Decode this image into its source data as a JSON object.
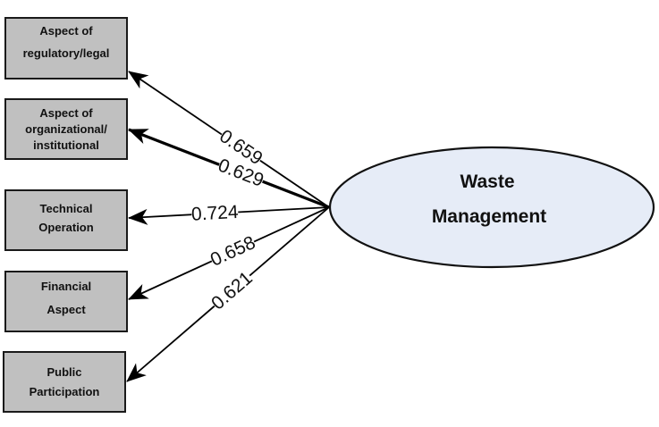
{
  "colors": {
    "indicator_fill": "#c0c0c0",
    "indicator_border": "#1a1a1a",
    "latent_fill": "#e6ecf7",
    "latent_border": "#111111",
    "arrow": "#000000"
  },
  "latent": {
    "name": "Waste Management",
    "label_lines": [
      "Waste",
      "Management"
    ]
  },
  "indicators": [
    {
      "id": "regulatory",
      "label_lines": [
        "Aspect of",
        "regulatory/legal"
      ],
      "loading": "0.659",
      "emphasis": false
    },
    {
      "id": "organizational",
      "label_lines": [
        "Aspect of",
        "organizational/",
        "institutional"
      ],
      "loading": "0.629",
      "emphasis": true
    },
    {
      "id": "technical",
      "label_lines": [
        "Technical",
        "Operation"
      ],
      "loading": "0.724",
      "emphasis": false
    },
    {
      "id": "financial",
      "label_lines": [
        "Financial",
        "Aspect"
      ],
      "loading": "0.658",
      "emphasis": false
    },
    {
      "id": "public",
      "label_lines": [
        "Public",
        "Participation"
      ],
      "loading": "0.621",
      "emphasis": false
    }
  ]
}
